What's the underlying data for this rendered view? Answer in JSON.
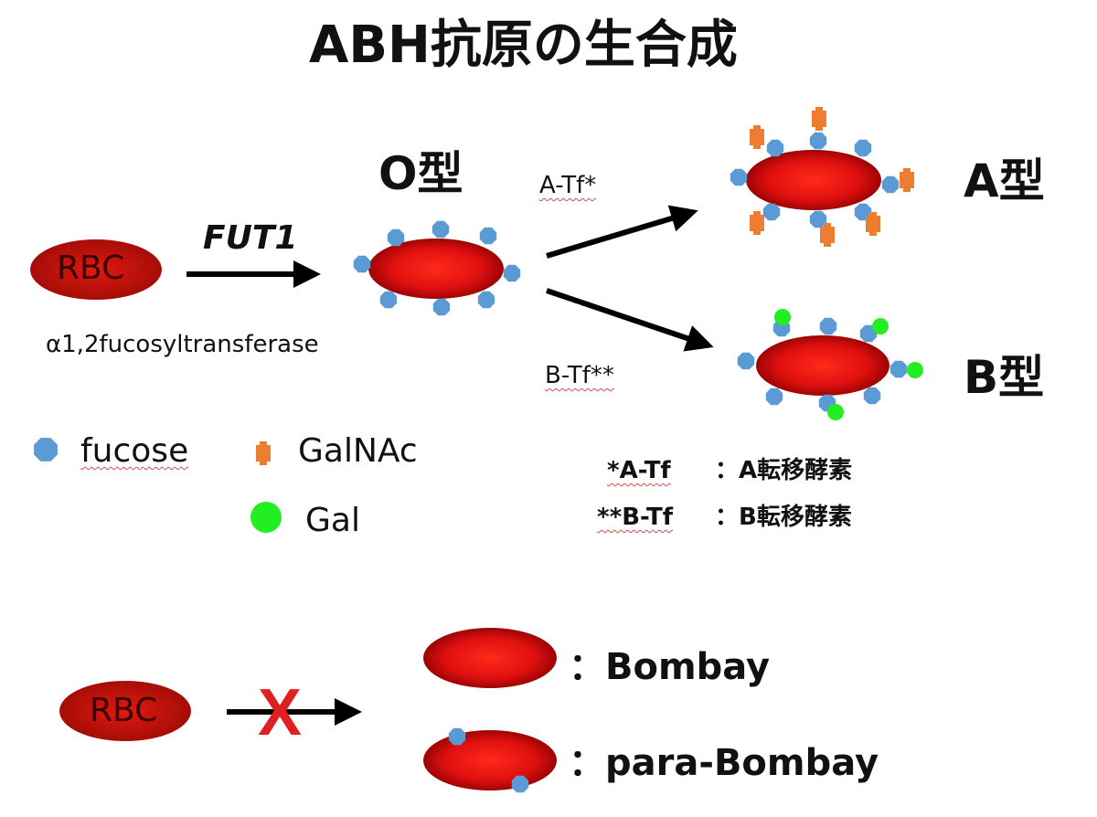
{
  "title": "ABH抗原の生合成",
  "labels": {
    "rbc_top": "RBC",
    "rbc_bottom": "RBC",
    "enzyme_gene": "FUT1",
    "enzyme_name": "α1,2fucosyltransferase",
    "type_o": "O型",
    "type_a": "A型",
    "type_b": "B型",
    "a_tf": "A-Tf*",
    "b_tf": "B-Tf**",
    "bombay": "：Bombay",
    "para_bombay": "：para-Bombay",
    "blocked_mark": "X"
  },
  "legend": {
    "fucose": "fucose",
    "galnac": "GalNAc",
    "gal": "Gal"
  },
  "notes": {
    "a_key": "*A-Tf",
    "a_desc": "：A転移酵素",
    "b_key": "**B-Tf",
    "b_desc": "：B転移酵素"
  },
  "colors": {
    "cell_core": "#ff2a1a",
    "cell_edge": "#8a0000",
    "fucose": "#5b9bd5",
    "galnac": "#ed7d31",
    "gal": "#22ee22",
    "blocked_x": "#e02020"
  }
}
